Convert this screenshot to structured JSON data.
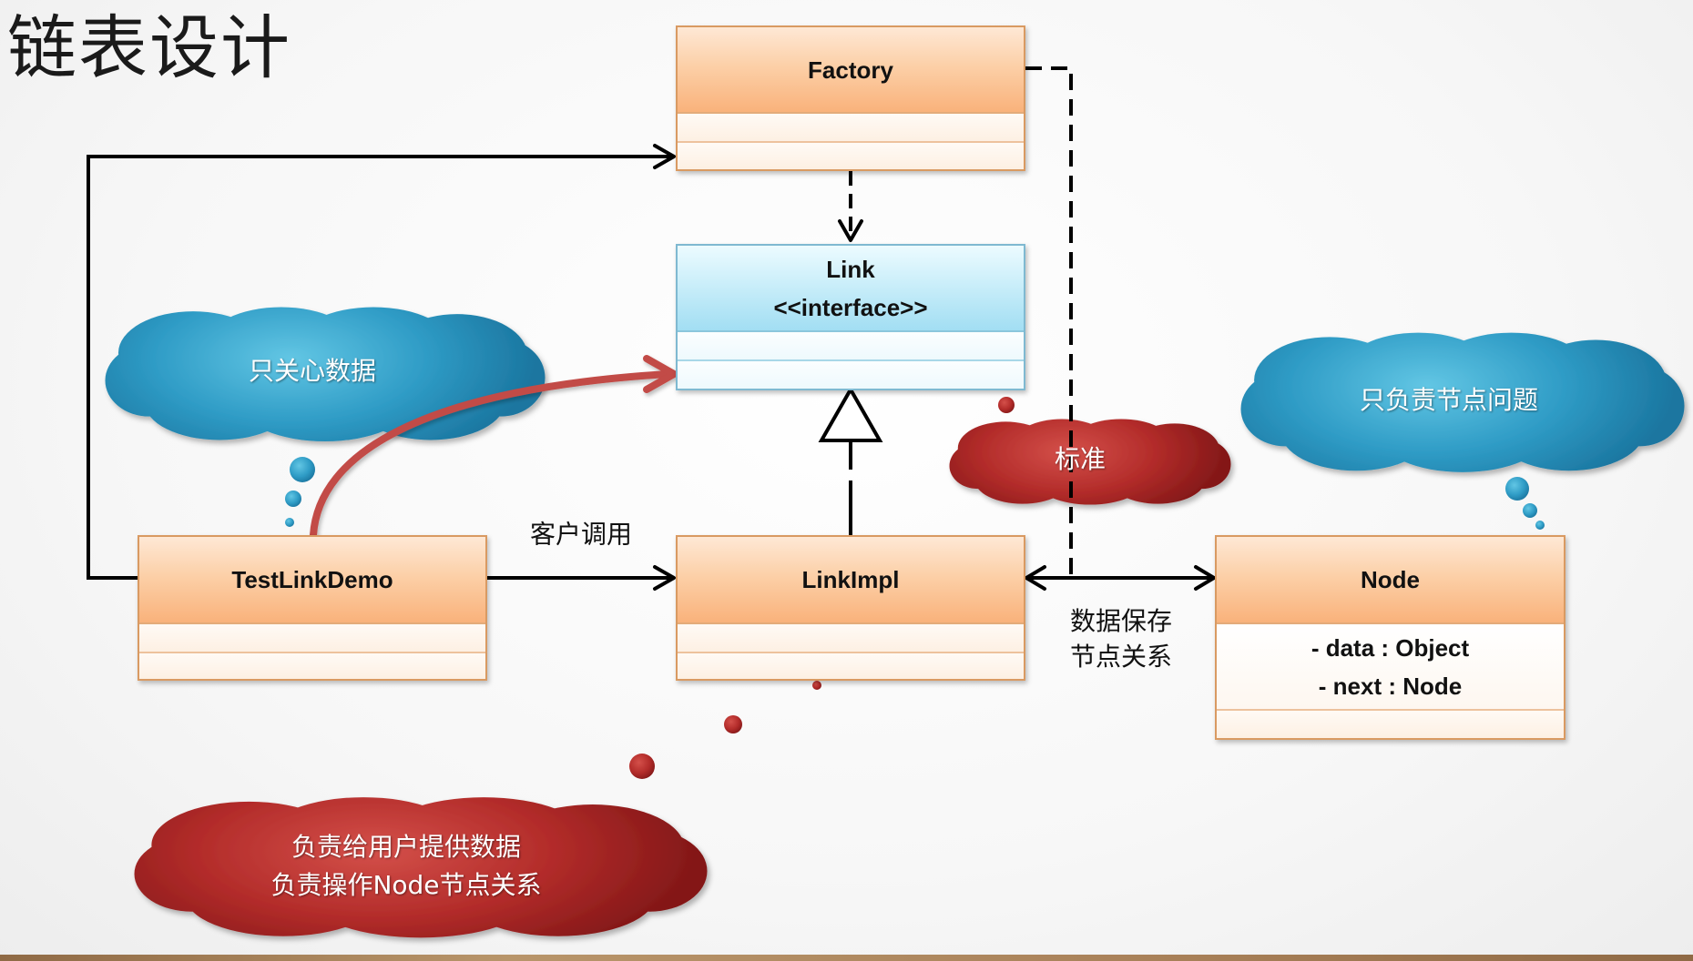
{
  "slide": {
    "title": "链表设计"
  },
  "classes": {
    "factory": {
      "name": "Factory"
    },
    "link": {
      "name": "Link",
      "stereotype": "<<interface>>"
    },
    "test_link_demo": {
      "name": "TestLinkDemo"
    },
    "link_impl": {
      "name": "LinkImpl"
    },
    "node": {
      "name": "Node",
      "attributes": [
        "- data : Object",
        "- next : Node"
      ]
    }
  },
  "connector_labels": {
    "client_call": "客户调用",
    "node_storage": [
      "数据保存",
      "节点关系"
    ]
  },
  "callouts": {
    "only_care_data": "只关心数据",
    "only_node_issues": "只负责节点问题",
    "standard": "标准",
    "responsibilities": [
      "负责给用户提供数据",
      "负责操作Node节点关系"
    ]
  },
  "colors": {
    "cloud_blue_light": "#62c6e4",
    "cloud_blue": "#2f9cc6",
    "cloud_blue_dark": "#1b76a0",
    "cloud_red_light": "#d4504a",
    "cloud_red": "#b32c2a",
    "cloud_red_dark": "#841818",
    "note_arrow": "#c24b46"
  }
}
